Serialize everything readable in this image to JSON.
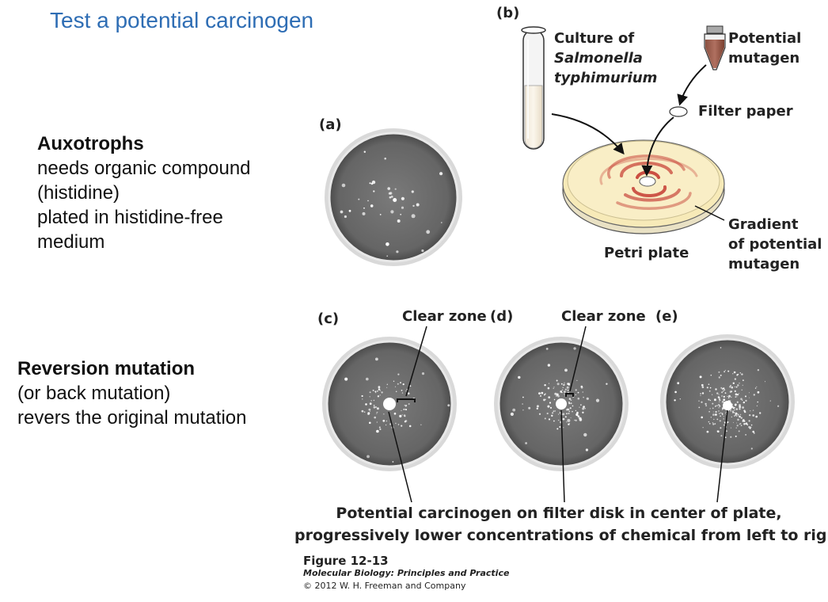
{
  "slide": {
    "title": "Test a potential carcinogen"
  },
  "left": {
    "auxotrophs": {
      "heading": "Auxotrophs",
      "lines": [
        "needs organic compound",
        "(histidine)",
        "plated in histidine-free",
        "medium"
      ]
    },
    "reversion": {
      "heading": "Reversion mutation",
      "lines": [
        "(or back mutation)",
        "revers the original mutation"
      ]
    }
  },
  "figure": {
    "panel_labels": {
      "a": "(a)",
      "b": "(b)",
      "c": "(c)",
      "d": "(d)",
      "e": "(e)"
    },
    "culture": [
      "Culture of",
      "Salmonella",
      "typhimurium"
    ],
    "potential_mutagen": [
      "Potential",
      "mutagen"
    ],
    "filter_paper": "Filter paper",
    "petri_plate": "Petri plate",
    "gradient": [
      "Gradient",
      "of potential",
      "mutagen"
    ],
    "clear_zone_1": "Clear zone",
    "clear_zone_2": "Clear zone",
    "caption": [
      "Potential carcinogen on filter disk in center of plate,",
      "progressively lower concentrations of chemical from left to right"
    ],
    "credit": {
      "title": "Figure 12-13",
      "book": "Molecular Biology: Principles and Practice",
      "copyright": "© 2012 W. H. Freeman and Company"
    }
  },
  "colors": {
    "title_blue": "#2e6db4",
    "plate_gray": "#6a6a6a",
    "agar_yellow": "#f7eab8",
    "gradient_red": "#c8453a"
  }
}
